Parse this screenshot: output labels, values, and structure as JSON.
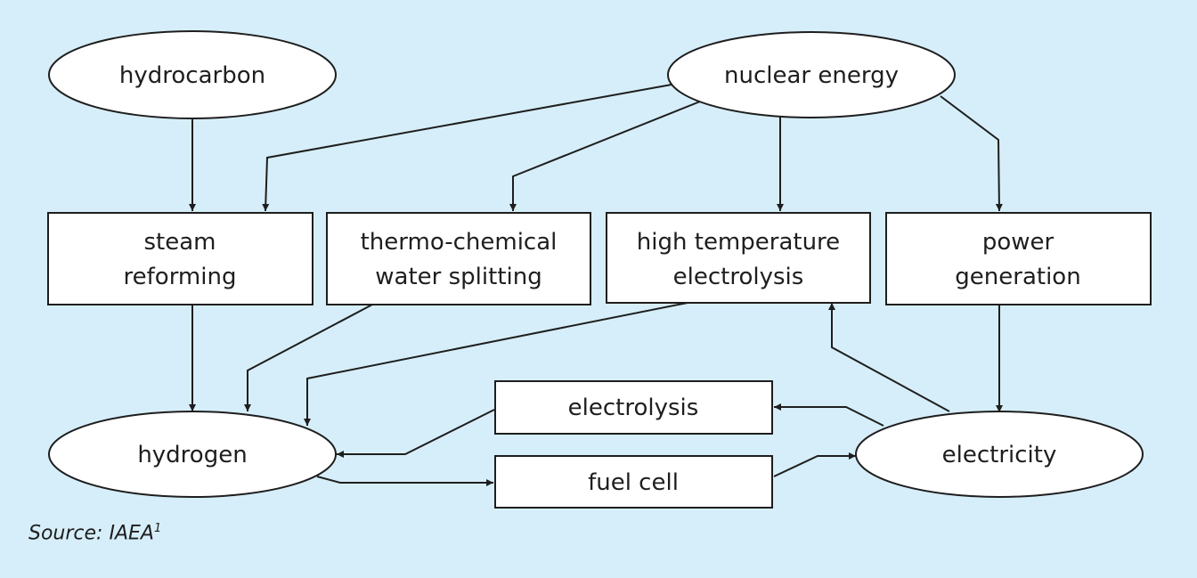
{
  "nodes": {
    "hydrocarbon": "hydrocarbon",
    "nuclear_energy": "nuclear energy",
    "steam_reforming": [
      "steam",
      "reforming"
    ],
    "thermo_chemical": [
      "thermo-chemical",
      "water splitting"
    ],
    "high_temp_electrolysis": [
      "high temperature",
      "electrolysis"
    ],
    "power_generation": [
      "power",
      "generation"
    ],
    "electrolysis": "electrolysis",
    "fuel_cell": "fuel cell",
    "hydrogen": "hydrogen",
    "electricity": "electricity"
  },
  "source": {
    "text": "Source: IAEA",
    "superscript": "1"
  }
}
